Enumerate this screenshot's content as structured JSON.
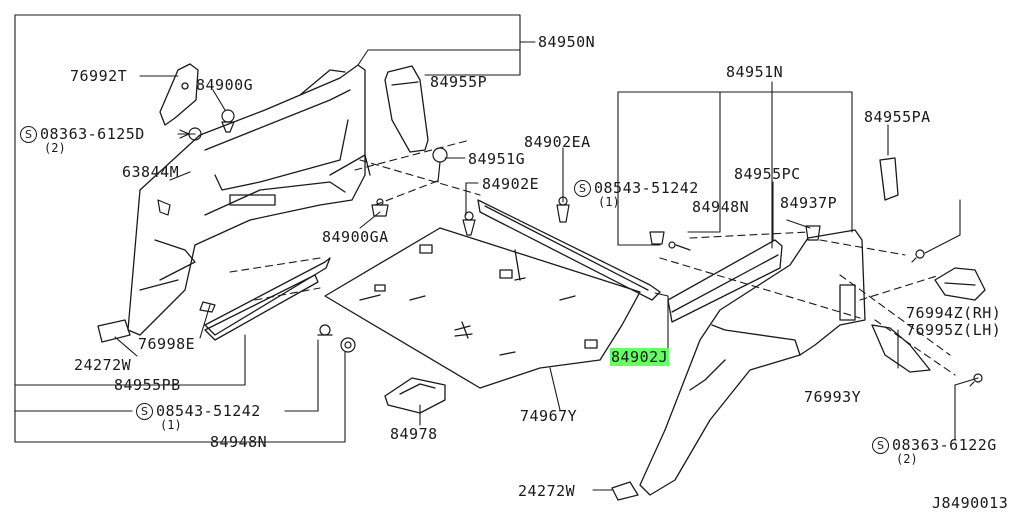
{
  "callouts": {
    "p84950n": "84950N",
    "p76992t": "76992T",
    "p84900g": "84900G",
    "p84955p": "84955P",
    "p08363_6125d": "08363-6125D",
    "p08363_6125d_qty": "(2)",
    "p63844m": "63844M",
    "p84951g": "84951G",
    "p84902ea": "84902EA",
    "p84902e": "84902E",
    "p08543_51242_a": "08543-51242",
    "p08543_51242_a_qty": "(1)",
    "p84948n_a": "84948N",
    "p84900ga": "84900GA",
    "p84951n": "84951N",
    "p84955pa": "84955PA",
    "p84955pc": "84955PC",
    "p84937p": "84937P",
    "p76994z": "76994Z(RH)",
    "p76995z": "76995Z(LH)",
    "p76998e": "76998E",
    "p24272w_a": "24272W",
    "p84955pb": "84955PB",
    "p08543_51242_b": "08543-51242",
    "p08543_51242_b_qty": "(1)",
    "p84948n_b": "84948N",
    "p84978": "84978",
    "p74967y": "74967Y",
    "p84902j": "84902J",
    "p76993y": "76993Y",
    "p08363_6122g": "08363-6122G",
    "p08363_6122g_qty": "(2)",
    "p24272w_b": "24272W",
    "diagram_code": "J8490013"
  },
  "screw_symbol": "S",
  "colors": {
    "line": "#1a1a1a",
    "highlight": "#66ff66",
    "background": "#ffffff"
  }
}
